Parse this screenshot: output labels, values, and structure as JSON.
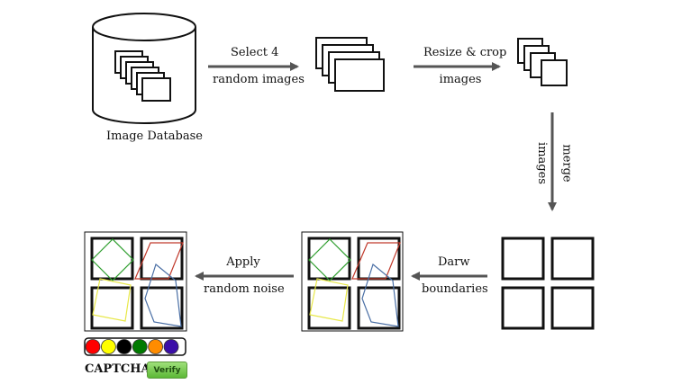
{
  "labels": {
    "database": "Image Database",
    "step1_top": "Select 4",
    "step1_bottom": "random images",
    "step2_top": "Resize & crop",
    "step2_bottom": "images",
    "step3_top": "merge",
    "step3_bottom": "images",
    "step4_top": "Darw",
    "step4_bottom": "boundaries",
    "step5_top": "Apply",
    "step5_bottom": "random noise",
    "captcha": "CAPTCHA",
    "verify": "Verify"
  },
  "colors": {
    "arrow": "#555555",
    "stroke": "#111111",
    "green_boundary": "#2e9e2e",
    "red_boundary": "#c0392b",
    "blue_boundary": "#4a6fa5",
    "yellow_boundary": "#e8e84a"
  },
  "color_options": [
    "#ff0000",
    "#ffff00",
    "#000000",
    "#007a00",
    "#ff8c00",
    "#3b0ea8"
  ]
}
